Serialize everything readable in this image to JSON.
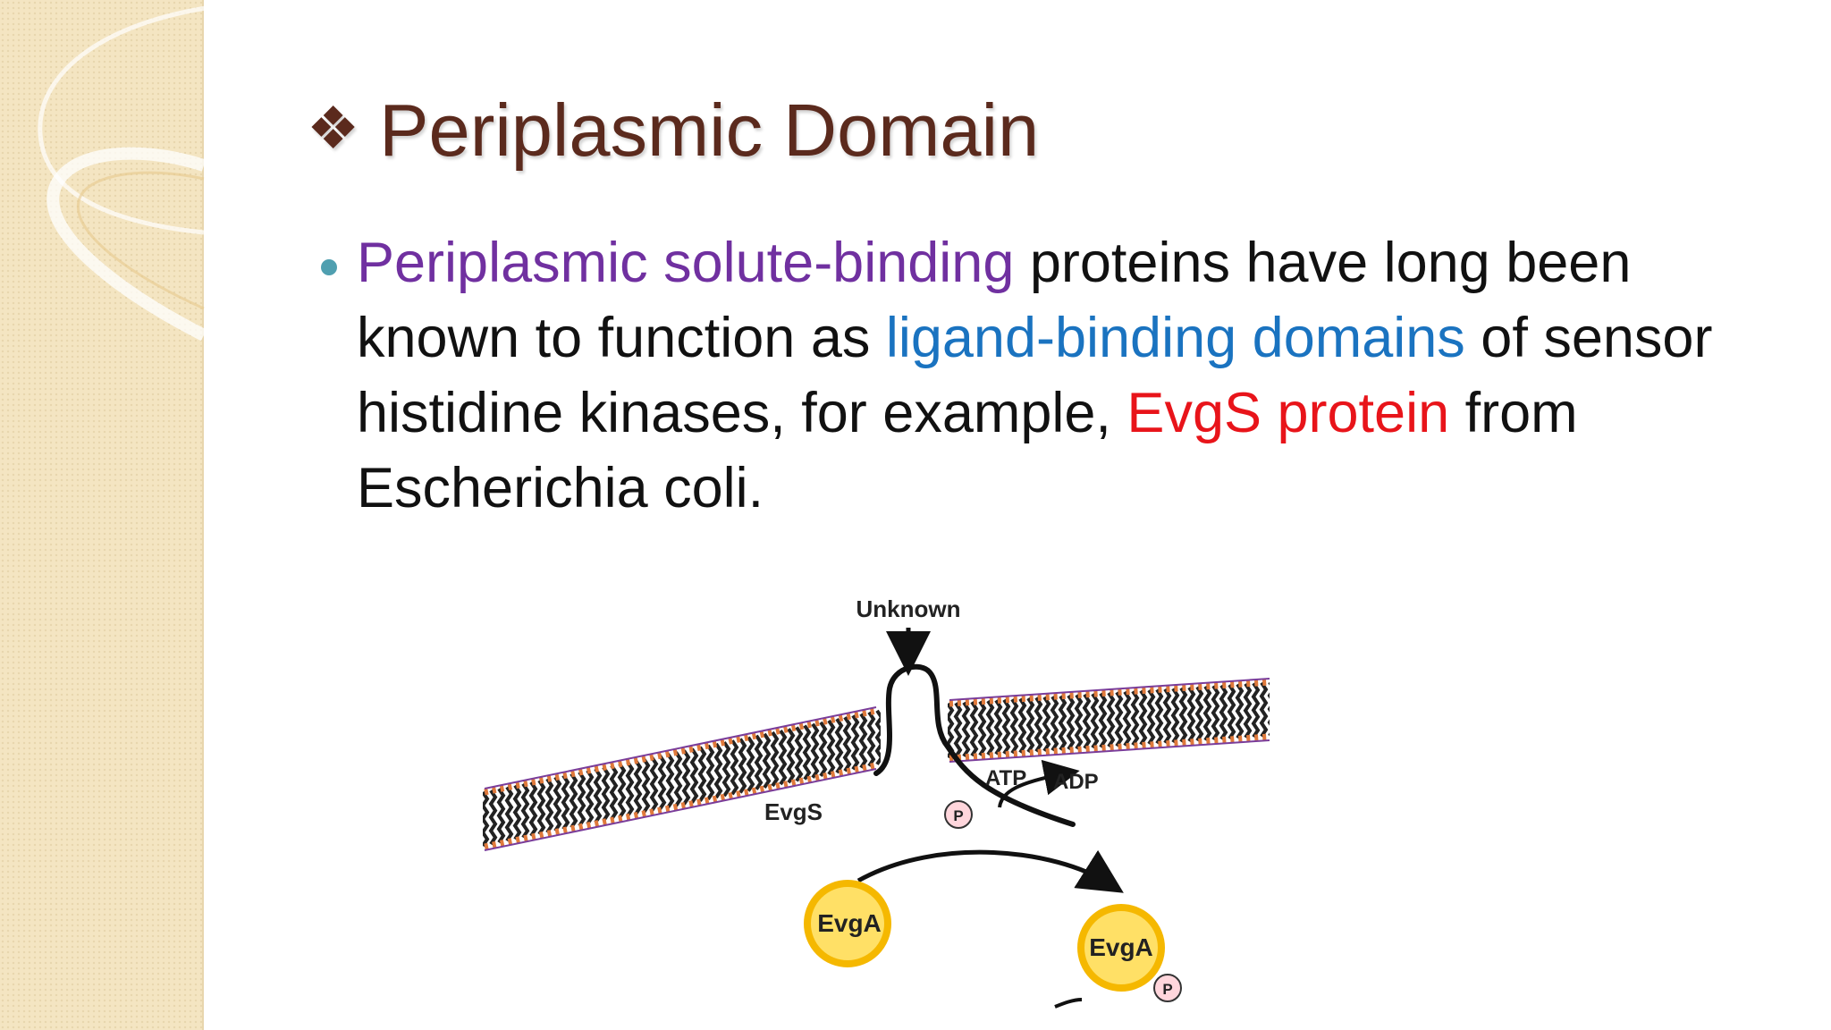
{
  "slide": {
    "title_glyph": "❖",
    "title": "Periplasmic Domain",
    "bullet": {
      "parts": [
        {
          "text": "Periplasmic solute-binding",
          "color": "#7030a0"
        },
        {
          "text": " proteins have long been known to function as ",
          "color": "#111111"
        },
        {
          "text": "ligand-binding domains",
          "color": "#1a73c0"
        },
        {
          "text": " of sensor histidine kinases, for example, ",
          "color": "#111111"
        },
        {
          "text": "EvgS protein",
          "color": "#e8141a"
        },
        {
          "text": " from Escherichia coli.",
          "color": "#111111"
        }
      ]
    }
  },
  "diagram": {
    "labels": {
      "unknown": "Unknown",
      "atp": "ATP",
      "adp": "ADP",
      "evgs": "EvgS",
      "phospho": "P",
      "evga_left": "EvgA",
      "evga_right": "EvgA",
      "phospho_right": "P"
    },
    "colors": {
      "membrane_head_orange": "#e07a3c",
      "membrane_head_purple": "#7a3d9a",
      "protein_circle_fill": "#ffe066",
      "protein_circle_ring": "#f5b800",
      "phospho_fill": "#ffd6dc"
    }
  },
  "theme": {
    "left_band_color": "#f4e5c2",
    "title_color": "#5b2a1d",
    "bullet_color": "#4f9fb0"
  }
}
